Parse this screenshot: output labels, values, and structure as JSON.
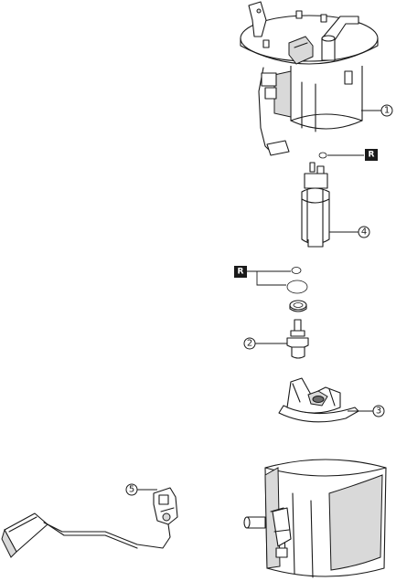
{
  "callouts": {
    "c1": "1",
    "c2": "2",
    "c3": "3",
    "c4": "4",
    "c5": "5"
  },
  "badges": {
    "replace_top": "R",
    "replace_mid": "R"
  }
}
